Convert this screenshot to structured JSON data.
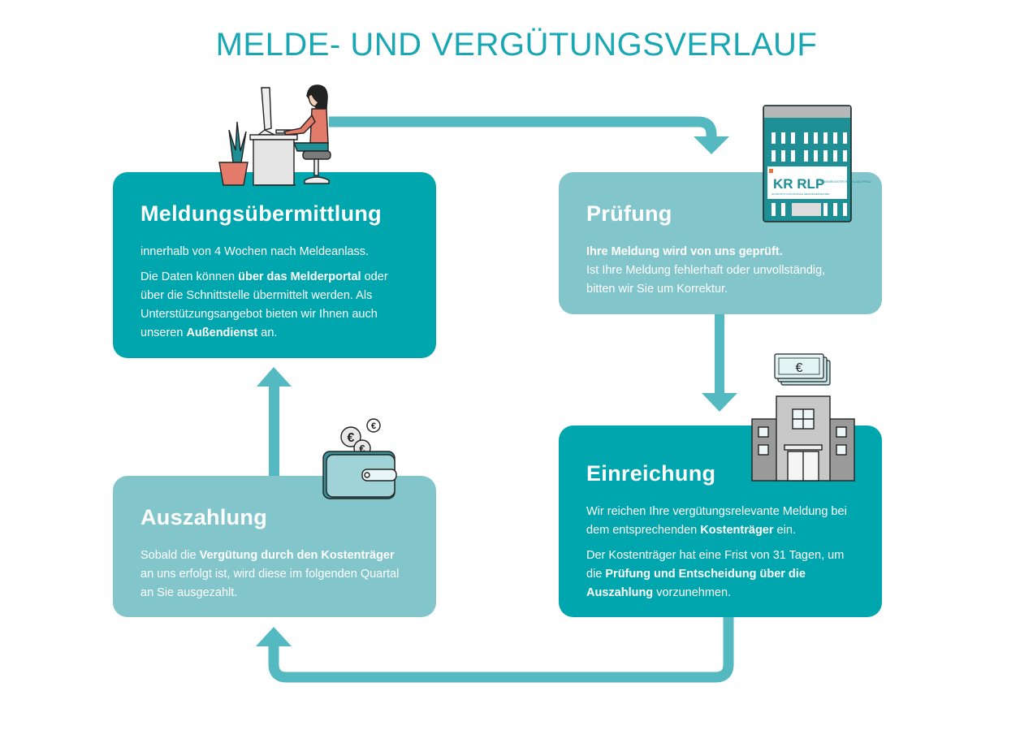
{
  "title": "MELDE- UND VERGÜTUNGSVERLAUF",
  "colors": {
    "dark_teal": "#00a6ad",
    "light_teal": "#82c6cc",
    "title_teal": "#19a8b3"
  },
  "steps": {
    "meldung": {
      "heading": "Meldungsübermittlung",
      "line1": "innerhalb von 4 Wochen nach Meldeanlass.",
      "p2_a": "Die Daten können ",
      "p2_b": "über das Melderportal",
      "p2_c": " oder über die Schnittstelle übermittelt werden. Als Unterstützungsangebot bieten wir Ihnen auch unseren ",
      "p2_d": "Außendienst",
      "p2_e": " an."
    },
    "pruefung": {
      "heading": "Prüfung",
      "bold_line": "Ihre Meldung wird von uns geprüft.",
      "text": "Ist Ihre Meldung fehlerhaft oder unvollständig, bitten wir Sie um Korrektur."
    },
    "einreichung": {
      "heading": "Einreichung",
      "p1_a": "Wir reichen Ihre vergütungsrelevante Meldung bei dem entsprechenden ",
      "p1_b": "Kostenträger",
      "p1_c": " ein.",
      "p2_a": "Der Kostenträger hat eine Frist von 31 Tagen, um die ",
      "p2_b": "Prüfung und Entscheidung über die Auszahlung",
      "p2_c": " vorzunehmen."
    },
    "auszahlung": {
      "heading": "Auszahlung",
      "p1_a": "Sobald die ",
      "p1_b": "Vergütung durch den Kostenträger",
      "p1_c": " an uns erfolgt ist, wird diese im folgenden Quartal an Sie ausgezahlt."
    }
  },
  "icons": {
    "office_worker": "office-worker-icon",
    "registry_building": "registry-building-icon",
    "logo_text": "KR RLP",
    "logo_subtext_1": "KREBSREGISTER RHEINLAND-PFALZ",
    "logo_subtext_2": "IM INSTITUT FÜR DIGITALE GESUNDHEITSDATEN",
    "euro_symbol": "€",
    "wallet": "wallet-icon",
    "hospital": "hospital-building-icon"
  }
}
